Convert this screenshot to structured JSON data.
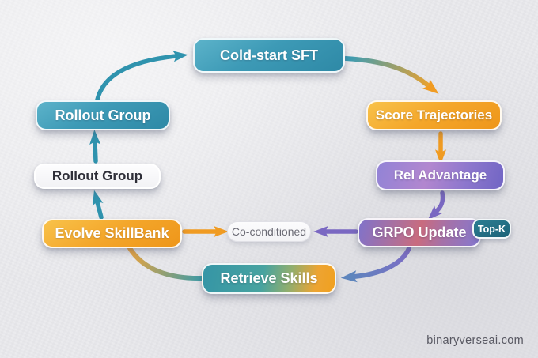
{
  "diagram": {
    "title_hint": "RL training loop flow diagram",
    "nodes": {
      "rollout_group_teal": {
        "label": "Rollout Group",
        "style": "teal"
      },
      "rollout_group_white": {
        "label": "Rollout Group",
        "style": "white"
      },
      "cold_start_sft": {
        "label": "Cold-start SFT",
        "style": "teal"
      },
      "score_trajectories": {
        "label": "Score Trajectories",
        "style": "orange"
      },
      "rel_advantage": {
        "label": "Rel Advantage",
        "style": "purple"
      },
      "grpo_update": {
        "label": "GRPO Update",
        "style": "purple-red"
      },
      "top_k_badge": {
        "label": "Top-K",
        "style": "dark-teal-badge"
      },
      "co_conditioned": {
        "label": "Co-conditioned",
        "style": "white-pill"
      },
      "retrieve_skills": {
        "label": "Retrieve Skills",
        "style": "teal-to-orange"
      },
      "evolve_skillbank": {
        "label": "Evolve SkillBank",
        "style": "orange"
      }
    },
    "edges": [
      {
        "from": "rollout_group_teal",
        "to": "cold_start_sft",
        "color": "teal"
      },
      {
        "from": "cold_start_sft",
        "to": "score_trajectories",
        "color": "teal-to-orange"
      },
      {
        "from": "score_trajectories",
        "to": "rel_advantage",
        "color": "orange"
      },
      {
        "from": "rel_advantage",
        "to": "grpo_update",
        "color": "purple"
      },
      {
        "from": "grpo_update",
        "to": "co_conditioned",
        "color": "purple"
      },
      {
        "from": "evolve_skillbank",
        "to": "co_conditioned",
        "color": "orange"
      },
      {
        "from": "grpo_update",
        "to": "retrieve_skills",
        "color": "purple-to-blue"
      },
      {
        "from": "retrieve_skills",
        "to": "evolve_skillbank",
        "color": "teal-to-orange"
      },
      {
        "from": "evolve_skillbank",
        "to": "rollout_group_white",
        "color": "teal"
      },
      {
        "from": "rollout_group_white",
        "to": "rollout_group_teal",
        "color": "teal"
      }
    ],
    "colors": {
      "teal": "#2f93ae",
      "orange": "#f09b22",
      "purple": "#7a68c2",
      "blue": "#5e85bd",
      "background": "#e9e9ec",
      "badge_teal": "#1d6378"
    },
    "watermark": "binaryverseai.com"
  }
}
